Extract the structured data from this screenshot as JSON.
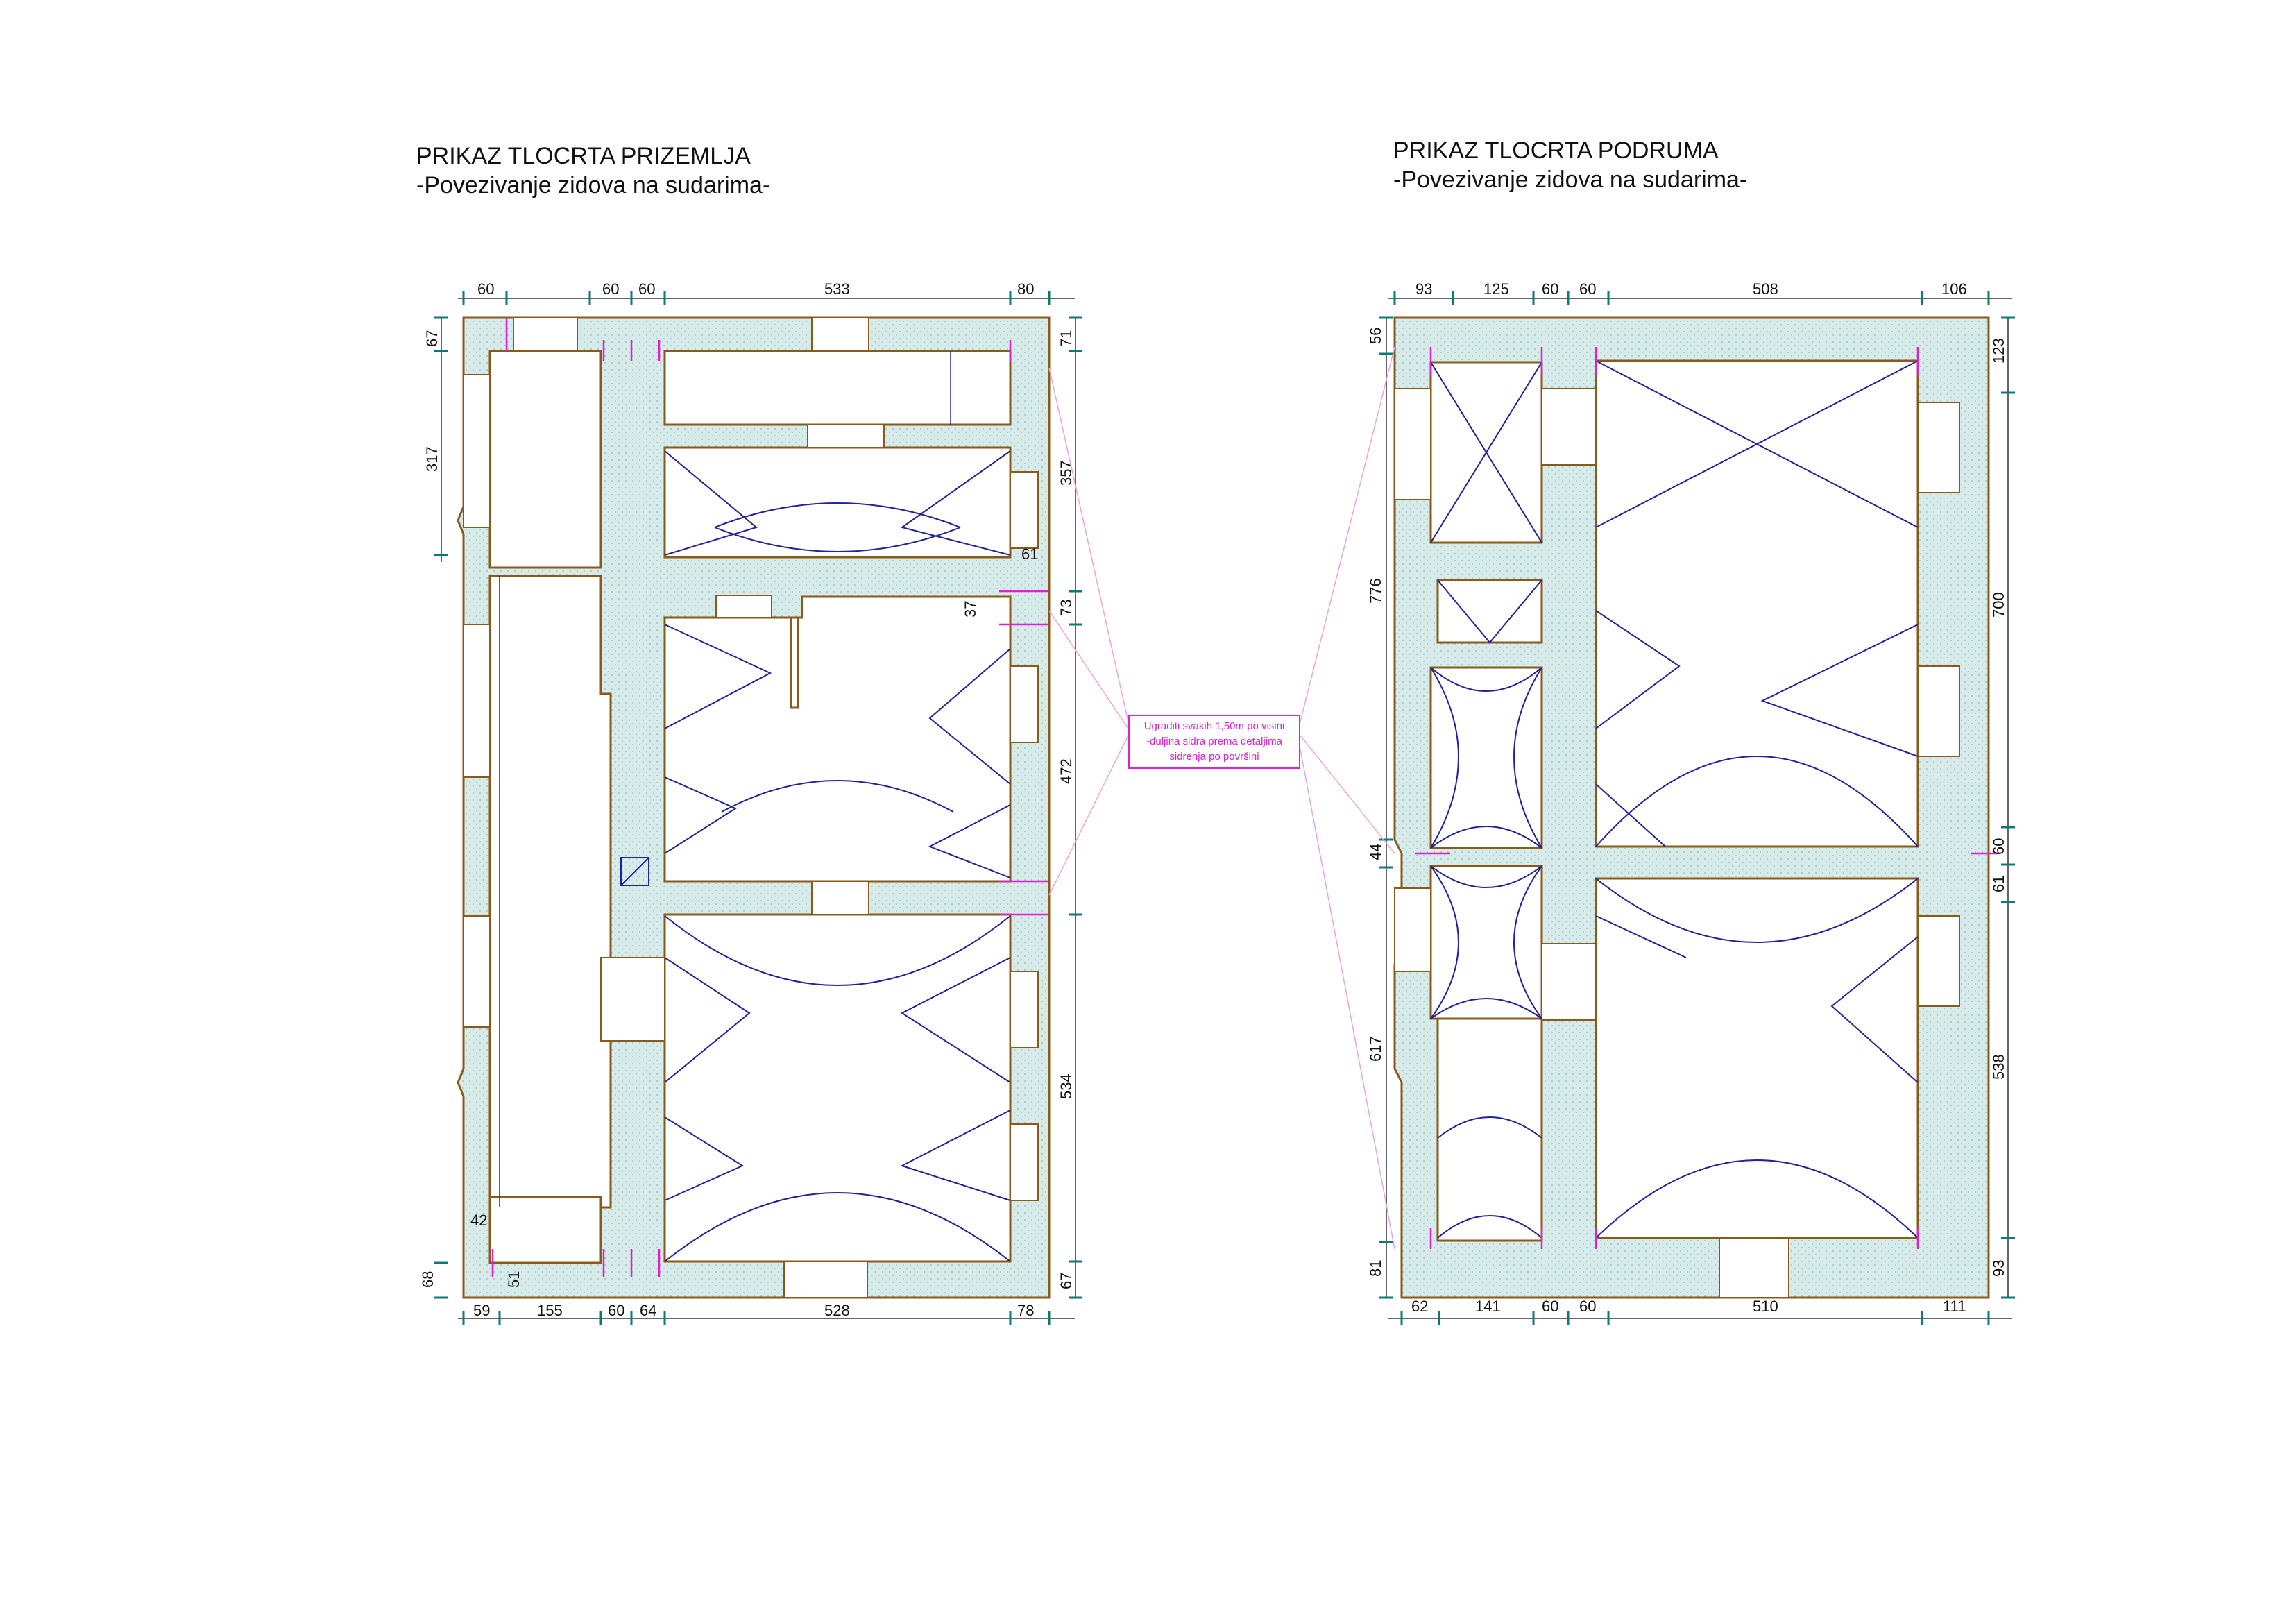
{
  "plans": [
    {
      "title": "PRIKAZ TLOCRTA PRIZEMLJA",
      "subtitle": "-Povezivanje zidova na sudarima-",
      "dims_top": [
        "60",
        "60",
        "60",
        "533",
        "80"
      ],
      "dims_bottom": [
        "59",
        "155",
        "60",
        "64",
        "528",
        "78"
      ],
      "dims_left": [
        "67",
        "317",
        "68"
      ],
      "dims_right": [
        "71",
        "357",
        "73",
        "472",
        "534",
        "67"
      ],
      "dims_inner": [
        "61",
        "37",
        "42",
        "51"
      ]
    },
    {
      "title": "PRIKAZ TLOCRTA PODRUMA",
      "subtitle": "-Povezivanje zidova na sudarima-",
      "dims_top": [
        "93",
        "125",
        "60",
        "60",
        "508",
        "106"
      ],
      "dims_bottom": [
        "62",
        "141",
        "60",
        "60",
        "510",
        "111"
      ],
      "dims_left": [
        "56",
        "776",
        "44",
        "617",
        "81"
      ],
      "dims_right": [
        "123",
        "700",
        "60",
        "61",
        "538",
        "93"
      ]
    }
  ],
  "note": {
    "line1": "Ugraditi svakih 1,50m po visini",
    "line2": "-duljina sidra prema detaljima",
    "line3": "sidrenja po površini"
  },
  "colors": {
    "wall_fill": "#d7ecea",
    "wall_edge": "#8a5a1a",
    "vault": "#22229a",
    "anchor": "#e01fd0",
    "dim_tick": "#0b7a74"
  }
}
